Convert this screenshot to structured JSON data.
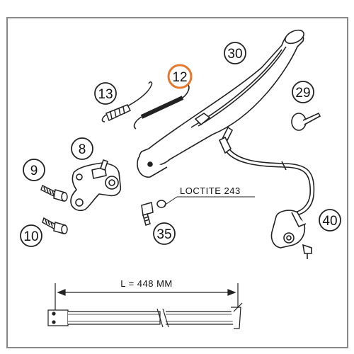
{
  "callouts": {
    "c12": {
      "text": "12",
      "highlight": "#e8772e"
    },
    "c13": {
      "text": "13"
    },
    "c30": {
      "text": "30"
    },
    "c29": {
      "text": "29"
    },
    "c8": {
      "text": "8"
    },
    "c9": {
      "text": "9"
    },
    "c10": {
      "text": "10"
    },
    "c35": {
      "text": "35"
    },
    "c40": {
      "text": "40"
    }
  },
  "labels": {
    "loctite": "LOCTITE 243",
    "length": "L = 448 MM"
  },
  "colors": {
    "line": "#222222",
    "border": "#888888",
    "highlight": "#e8772e"
  },
  "icons": [
    "spring-part",
    "return-spring-part",
    "side-stand-part",
    "cable-tie-part",
    "bracket-part",
    "screw-part",
    "bolt-part",
    "stand-bolt-part",
    "sensor-part",
    "side-stand-dimension-drawing"
  ]
}
